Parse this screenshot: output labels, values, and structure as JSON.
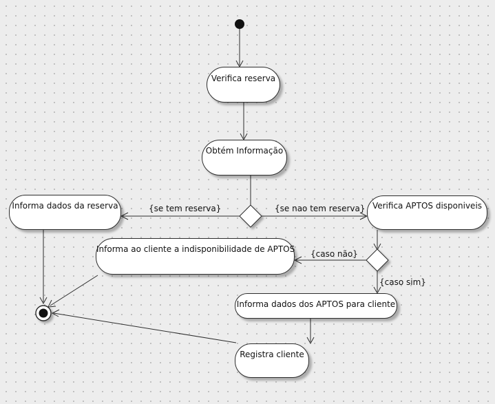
{
  "nodes": {
    "verifica_reserva": "Verifica reserva",
    "obtem_informacao": "Obtém Informação",
    "informa_dados_reserva": "Informa dados da reserva",
    "verifica_aptos": "Verifica APTOS disponiveis",
    "informa_indisponibilidade": "Informa ao cliente a indisponibilidade de APTOS",
    "informa_dados_aptos": "Informa dados dos APTOS para cliente",
    "registra_cliente": "Registra cliente"
  },
  "guards": {
    "se_tem_reserva": "{se tem reserva}",
    "se_nao_tem_reserva": "{se nao tem reserva}",
    "caso_nao": "{caso não}",
    "caso_sim": "{caso sim}"
  }
}
